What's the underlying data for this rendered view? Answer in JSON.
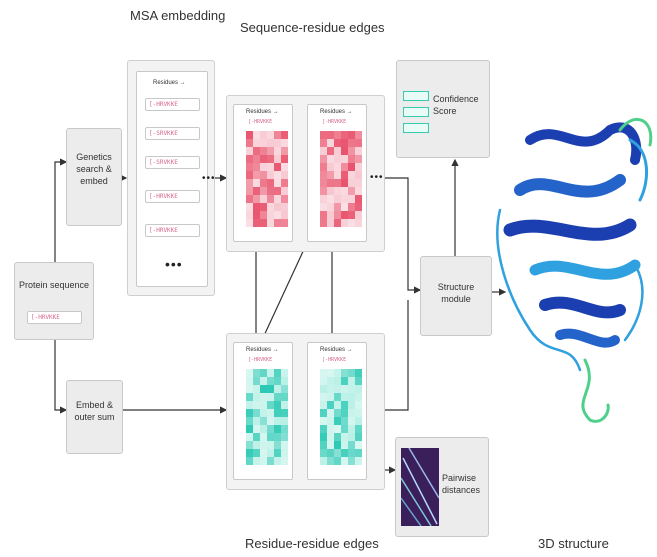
{
  "headers": {
    "msa_embedding": "MSA embedding",
    "sequence_residue_edges": "Sequence-residue edges",
    "residue_residue_edges": "Residue-residue edges",
    "structure_3d": "3D structure"
  },
  "input": {
    "label": "Protein sequence",
    "sequence": "[-HRVKKE"
  },
  "genetics": {
    "label": "Genetics search & embed"
  },
  "embed": {
    "label": "Embed & outer sum"
  },
  "msa": {
    "header": "Residues →",
    "rows": [
      "[-HRVKKE",
      "[-SRVKKE",
      "[-SRVKKE",
      "[-HRVKKE",
      "[-HRVKKE"
    ],
    "ellipsis": "•••"
  },
  "seq_edges": {
    "cards": [
      {
        "header": "Residues →",
        "seq": "[-HRVKKE"
      },
      {
        "header": "Residues →",
        "seq": "[-HRVKKE"
      }
    ]
  },
  "res_edges": {
    "cards": [
      {
        "header": "Residues →",
        "seq": "[-HRVKKE"
      },
      {
        "header": "Residues →",
        "seq": "[-HRVKKE"
      }
    ]
  },
  "structure_module": {
    "label": "Structure module"
  },
  "confidence": {
    "label": "Confidence Score"
  },
  "pairwise": {
    "label": "Pairwise distances"
  },
  "colors": {
    "red_dark": "#e8516a",
    "red_light": "#f7c6cf",
    "teal_dark": "#2cc9b4",
    "teal_light": "#b9f0e6",
    "protein_dark": "#1b3fb0",
    "protein_light": "#2fa0e0",
    "protein_green": "#4fd08a"
  }
}
